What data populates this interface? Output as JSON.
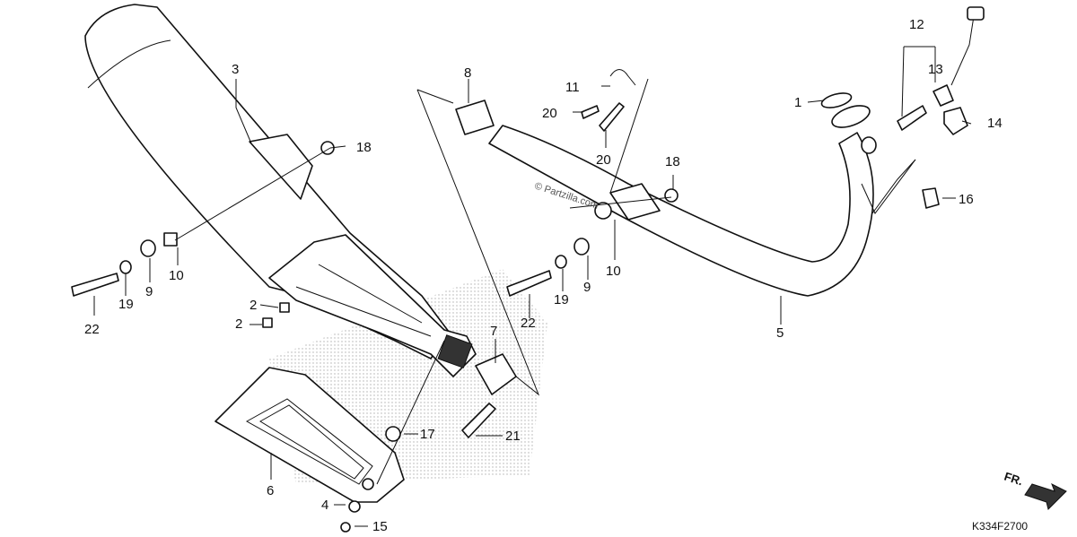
{
  "watermark": "© Partzilla.com",
  "diagram_code": "K334F2700",
  "direction_label": "FR.",
  "callouts": [
    {
      "id": "c1",
      "text": "1"
    },
    {
      "id": "c2a",
      "text": "2"
    },
    {
      "id": "c2b",
      "text": "2"
    },
    {
      "id": "c3",
      "text": "3"
    },
    {
      "id": "c4",
      "text": "4"
    },
    {
      "id": "c5",
      "text": "5"
    },
    {
      "id": "c6",
      "text": "6"
    },
    {
      "id": "c7",
      "text": "7"
    },
    {
      "id": "c8",
      "text": "8"
    },
    {
      "id": "c9a",
      "text": "9"
    },
    {
      "id": "c9b",
      "text": "9"
    },
    {
      "id": "c10a",
      "text": "10"
    },
    {
      "id": "c10b",
      "text": "10"
    },
    {
      "id": "c11",
      "text": "11"
    },
    {
      "id": "c12",
      "text": "12"
    },
    {
      "id": "c13",
      "text": "13"
    },
    {
      "id": "c14",
      "text": "14"
    },
    {
      "id": "c15",
      "text": "15"
    },
    {
      "id": "c16",
      "text": "16"
    },
    {
      "id": "c17",
      "text": "17"
    },
    {
      "id": "c18a",
      "text": "18"
    },
    {
      "id": "c18b",
      "text": "18"
    },
    {
      "id": "c19a",
      "text": "19"
    },
    {
      "id": "c19b",
      "text": "19"
    },
    {
      "id": "c20a",
      "text": "20"
    },
    {
      "id": "c20b",
      "text": "20"
    },
    {
      "id": "c21",
      "text": "21"
    },
    {
      "id": "c22a",
      "text": "22"
    },
    {
      "id": "c22b",
      "text": "22"
    }
  ]
}
